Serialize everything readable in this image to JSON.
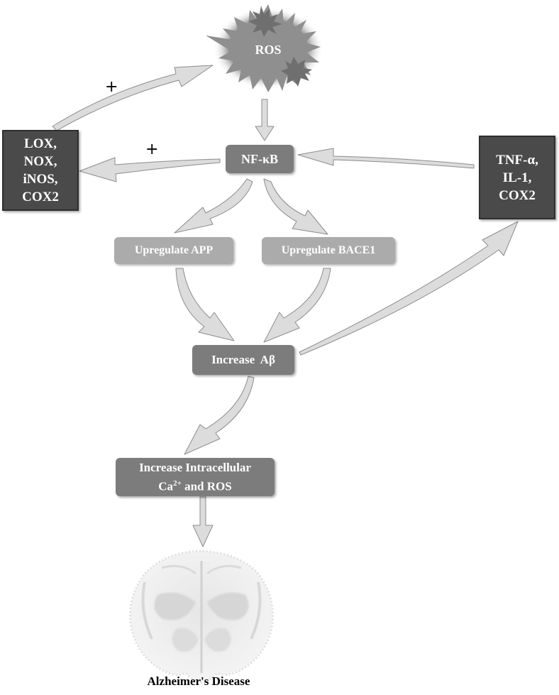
{
  "nodes": {
    "ros": "ROS",
    "nfkb": "NF-κB",
    "lox": [
      "LOX,",
      "NOX,",
      "iNOS,",
      "COX2"
    ],
    "tnf": [
      "TNF-α,",
      "IL-1,",
      "COX2"
    ],
    "upregulate_app": "Upregulate APP",
    "upregulate_bace1": "Upregulate BACE1",
    "increase_abeta": "Increase  Aβ",
    "intracellular_line1": "Increase Intracellular",
    "intracellular_ca": "Ca",
    "intracellular_sup": "2+",
    "intracellular_rest": " and ROS",
    "alzheimers": "Alzheimer's Disease"
  },
  "signs": {
    "plus_upper": "+",
    "plus_lower": "+"
  },
  "icons": {
    "ros": "starburst-icon",
    "brain": "brain-section-icon"
  },
  "colors": {
    "dark_box": "#4a4a4a",
    "mid_box": "#7c7c7c",
    "light_box": "#ababab",
    "arrow": "#d9d9d9",
    "arrow_stroke": "#8a8a8a"
  }
}
